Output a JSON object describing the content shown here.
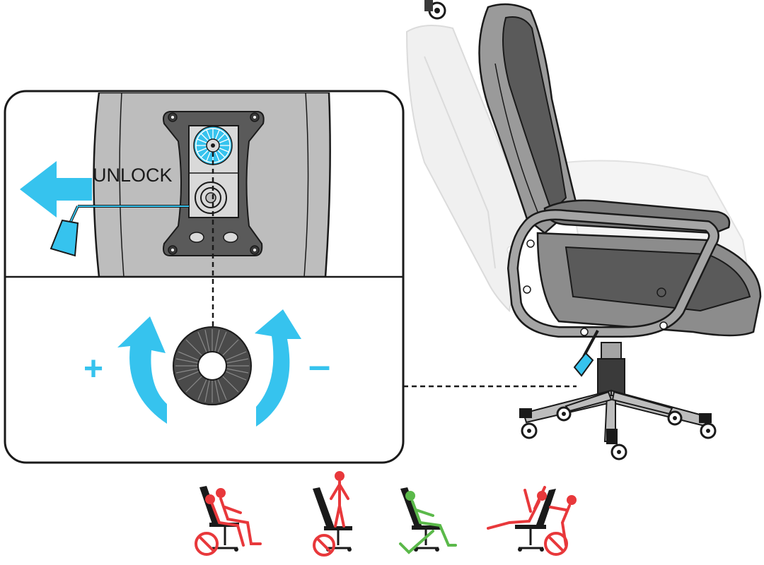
{
  "callout": {
    "unlock_label": "UNLOCK",
    "plus_label": "+",
    "minus_label": "–"
  },
  "colors": {
    "accent_blue": "#36c3ee",
    "chair_dark": "#5a5a5a",
    "chair_mid": "#8c8c8c",
    "chair_light": "#bdbdbd",
    "outline": "#1a1a1a",
    "wrong_red": "#e8383b",
    "correct_green": "#5bb94a"
  },
  "posture_guide": [
    {
      "icon": "two-people-on-chair-icon",
      "verdict": "not-allowed"
    },
    {
      "icon": "standing-on-chair-icon",
      "verdict": "not-allowed"
    },
    {
      "icon": "correct-sitting-posture-icon",
      "verdict": "allowed"
    },
    {
      "icon": "leaning-on-backrest-icon",
      "verdict": "not-allowed"
    }
  ]
}
